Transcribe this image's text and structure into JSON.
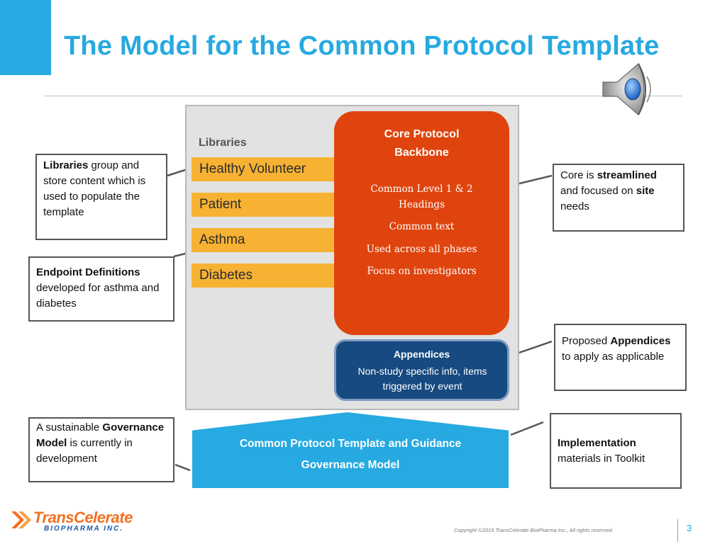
{
  "slide": {
    "title": "The Model for the Common Protocol Template",
    "page_number": "3",
    "copyright": "Copyright ©2015 TransCelerate BioPharma Inc., All rights reserved.",
    "logo": {
      "name": "TransCelerate",
      "sub": "BIOPHARMA INC."
    }
  },
  "colors": {
    "accent_blue": "#27a9e1",
    "library_orange": "#f7b233",
    "core_red": "#e0440e",
    "appendix_navy": "#164a80"
  },
  "icons": [
    "speaker-icon",
    "transcelerate-logo-icon"
  ],
  "libraries": {
    "heading": "Libraries",
    "items": [
      "Healthy Volunteer",
      "Patient",
      "Asthma",
      "Diabetes"
    ]
  },
  "core": {
    "title_line1": "Core Protocol",
    "title_line2": "Backbone",
    "lines": [
      "Common Level 1 & 2",
      "Headings",
      "Common text",
      "Used across all phases",
      "Focus on investigators"
    ]
  },
  "appendices": {
    "title": "Appendices",
    "line1": "Non-study specific info, items",
    "line2": "triggered by event"
  },
  "foundation": {
    "line1": "Common Protocol Template and Guidance",
    "line2": "Governance Model"
  },
  "callouts": {
    "libraries": {
      "bold": "Libraries",
      "text": " group and store content which is used to populate the template"
    },
    "endpoint": {
      "bold": "Endpoint Definitions",
      "text": " developed for asthma and diabetes"
    },
    "governance": {
      "pre": "A sustainable ",
      "bold": "Governance Model",
      "text": " is currently in development"
    },
    "core": {
      "pre": "Core is ",
      "bold1": "streamlined",
      "mid": " and focused on ",
      "bold2": "site",
      "post": " needs"
    },
    "appendices": {
      "pre": "Proposed ",
      "bold": "Appendices",
      "text": " to apply as applicable"
    },
    "implementation": {
      "bold": "Implementation",
      "text": " materials in Toolkit"
    }
  }
}
